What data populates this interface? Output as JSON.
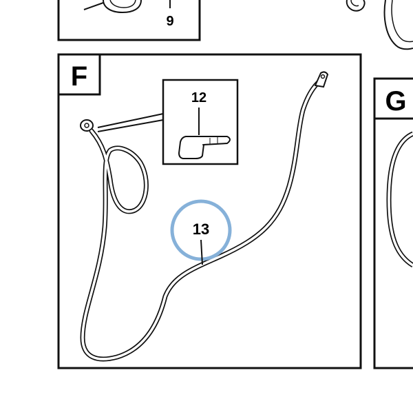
{
  "panels": [
    {
      "letter": ""
    },
    {
      "letter": "F"
    },
    {
      "letter": "G"
    }
  ],
  "callouts": {
    "top": "9",
    "connector": "12",
    "cable": "13"
  },
  "colors": {
    "line": "#111111",
    "highlight": "#86b1d9"
  },
  "icons": {
    "connector": "boot-connector-icon",
    "cable": "battery-cable-icon"
  }
}
